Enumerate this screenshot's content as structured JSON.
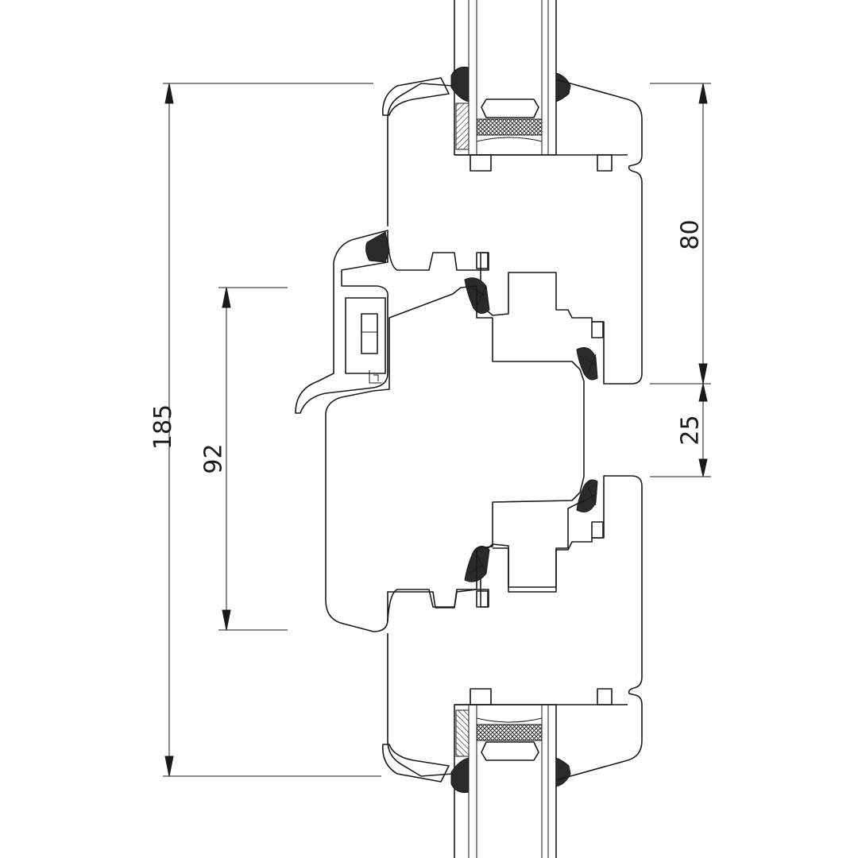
{
  "dimensions": {
    "overall_height": "185",
    "sash_height": "92",
    "frame_height": "80",
    "gap": "25"
  },
  "colors": {
    "line": "#1a1a1a",
    "background": "#ffffff"
  }
}
